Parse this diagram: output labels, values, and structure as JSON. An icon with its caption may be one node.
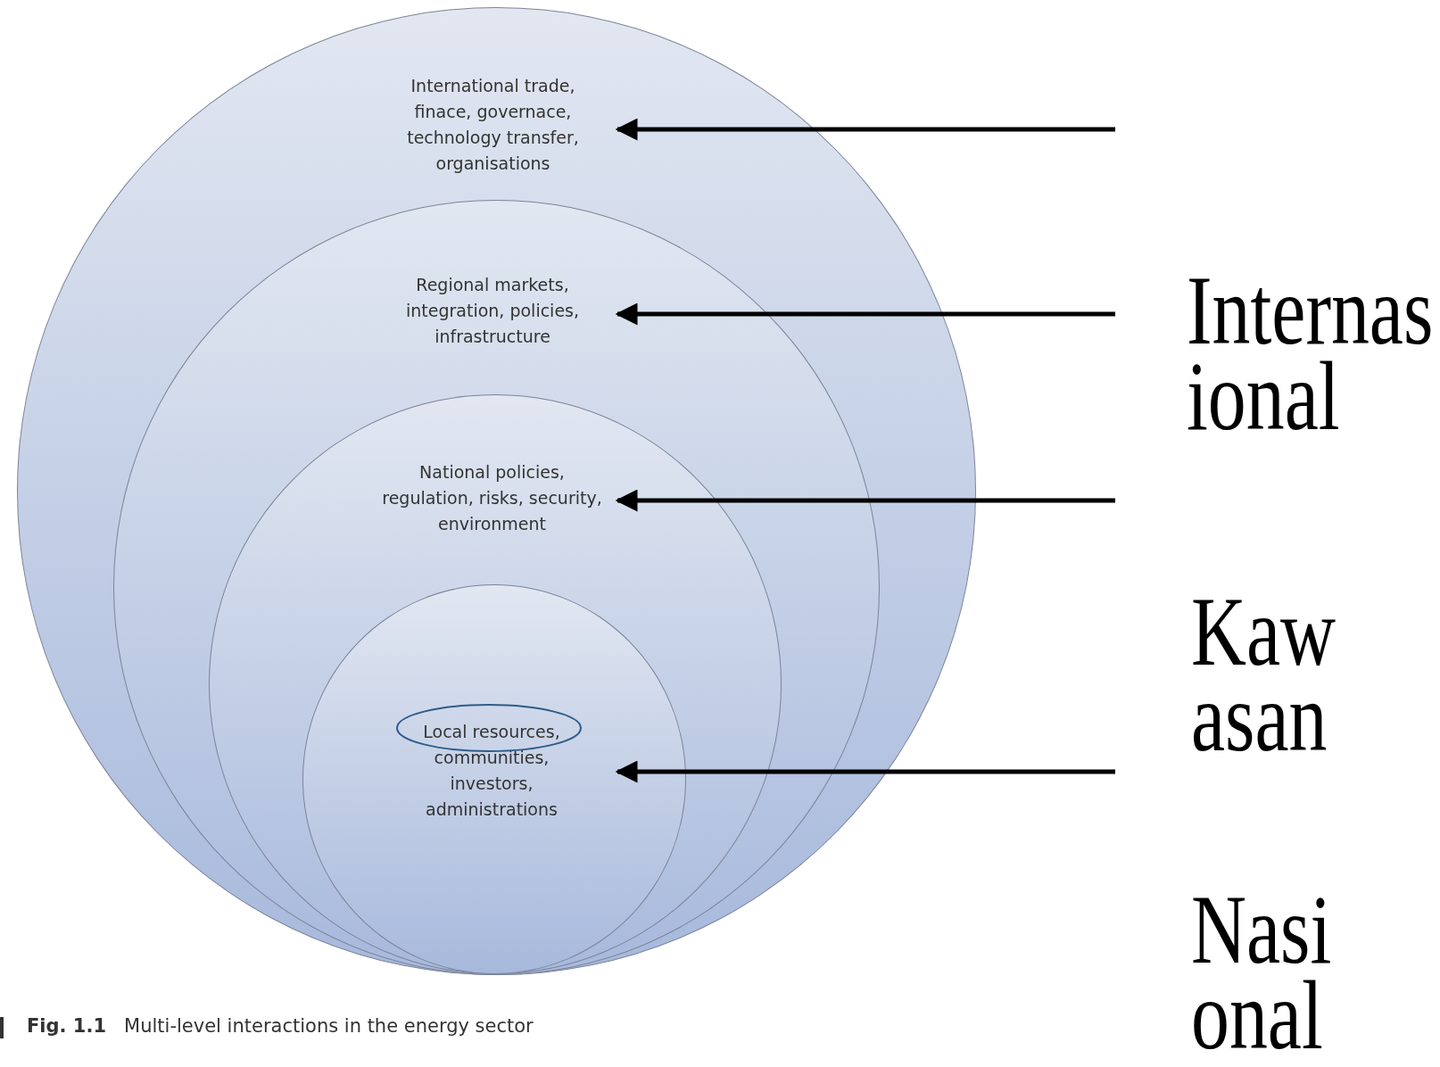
{
  "diagram": {
    "caption": "**Fig. 1.1**   Multi-level interactions in the energy sector",
    "nodes": [
      {
        "text": [
          "International trade, finace, governace, technology transfer, organisations"
        ]
      },
      {
        "text": [
          "Regional markets, integration, policies, infrastructure"
        ],
        "in": 0
      },
      {
        "text": [
          "National policies, regulation, risks, security, environment"
        ],
        "in": 1
      },
      {
        "text": [
          "Local resources, communities, investors, administrations"
        ],
        "in": 2
      }
    ],
    "edges": [
      {
        "from": null,
        "to": 0,
        "arrow": "to"
      },
      {
        "from": null,
        "to": 1,
        "arrow": "to"
      },
      {
        "from": null,
        "to": 2,
        "arrow": "to"
      },
      {
        "from": null,
        "to": 3,
        "arrow": "to"
      }
    ],
    "labels": [
      "Internasional",
      "Kawasan",
      "Nasional"
    ]
  }
}
